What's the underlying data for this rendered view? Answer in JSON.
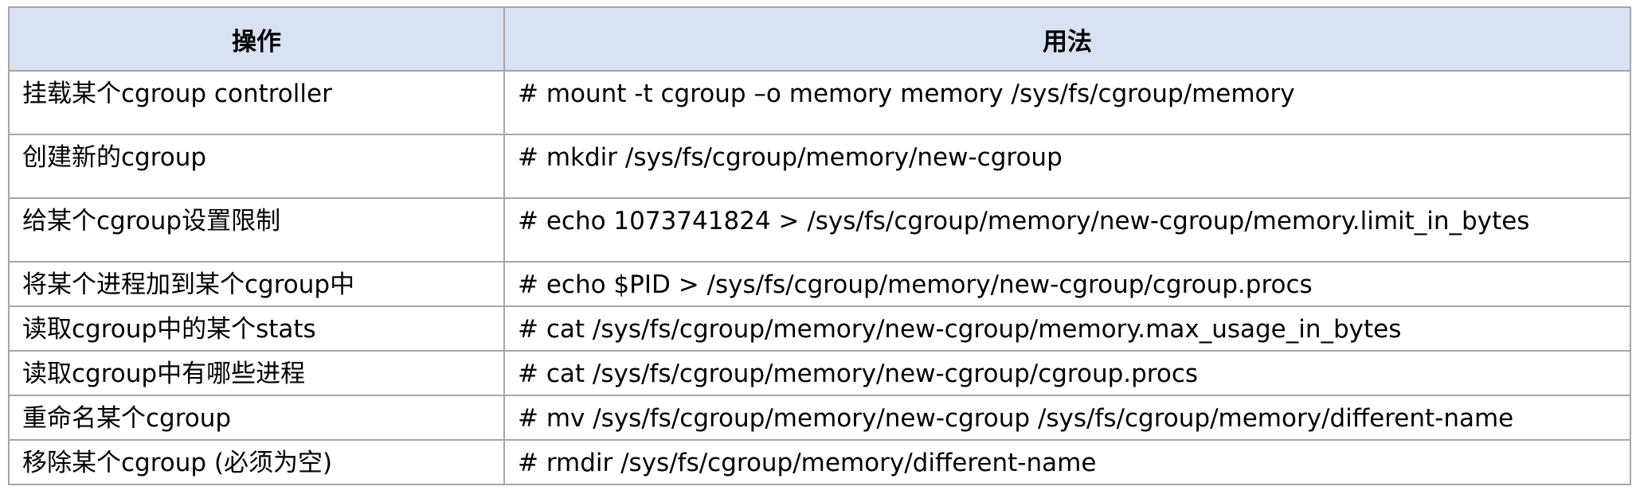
{
  "table": {
    "headers": [
      "操作",
      "用法"
    ],
    "rows": [
      {
        "op": "挂载某个cgroup controller",
        "usage": "# mount -t cgroup –o memory memory /sys/fs/cgroup/memory"
      },
      {
        "op": "创建新的cgroup",
        "usage": "# mkdir /sys/fs/cgroup/memory/new-cgroup"
      },
      {
        "op": "给某个cgroup设置限制",
        "usage": "# echo 1073741824 > /sys/fs/cgroup/memory/new-cgroup/memory.limit_in_bytes"
      },
      {
        "op": "将某个进程加到某个cgroup中",
        "usage": "# echo $PID > /sys/fs/cgroup/memory/new-cgroup/cgroup.procs"
      },
      {
        "op": "读取cgroup中的某个stats",
        "usage": "# cat /sys/fs/cgroup/memory/new-cgroup/memory.max_usage_in_bytes"
      },
      {
        "op": "读取cgroup中有哪些进程",
        "usage": "# cat /sys/fs/cgroup/memory/new-cgroup/cgroup.procs"
      },
      {
        "op": "重命名某个cgroup",
        "usage": "# mv /sys/fs/cgroup/memory/new-cgroup /sys/fs/cgroup/memory/different-name"
      },
      {
        "op": "移除某个cgroup (必须为空)",
        "usage": "# rmdir /sys/fs/cgroup/memory/different-name"
      }
    ]
  }
}
